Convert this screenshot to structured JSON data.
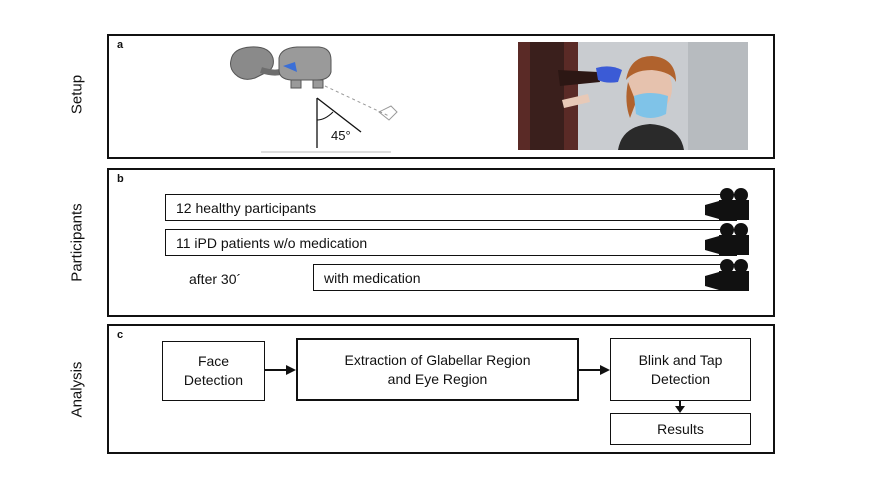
{
  "rows": {
    "setup": "Setup",
    "participants": "Participants",
    "analysis": "Analysis"
  },
  "panels": {
    "a": "a",
    "b": "b",
    "c": "c"
  },
  "setup": {
    "angle_label": "45°",
    "camera_icon": "camera-rig-icon",
    "photo": "clinician-tapping-forehead-photo"
  },
  "participants": {
    "healthy": "12 healthy participants",
    "ipd_no_med": "11 iPD patients w/o medication",
    "after": "after 30´",
    "with_med": "with medication",
    "icon": "video-camera-icon"
  },
  "analysis": {
    "face_detection": "Face\nDetection",
    "extraction": "Extraction of Glabellar Region\nand Eye Region",
    "blink_tap": "Blink and Tap\nDetection",
    "results": "Results"
  },
  "colors": {
    "glove": "#3b5bd6",
    "camera_grey": "#8a8a8a",
    "line": "#111111"
  }
}
